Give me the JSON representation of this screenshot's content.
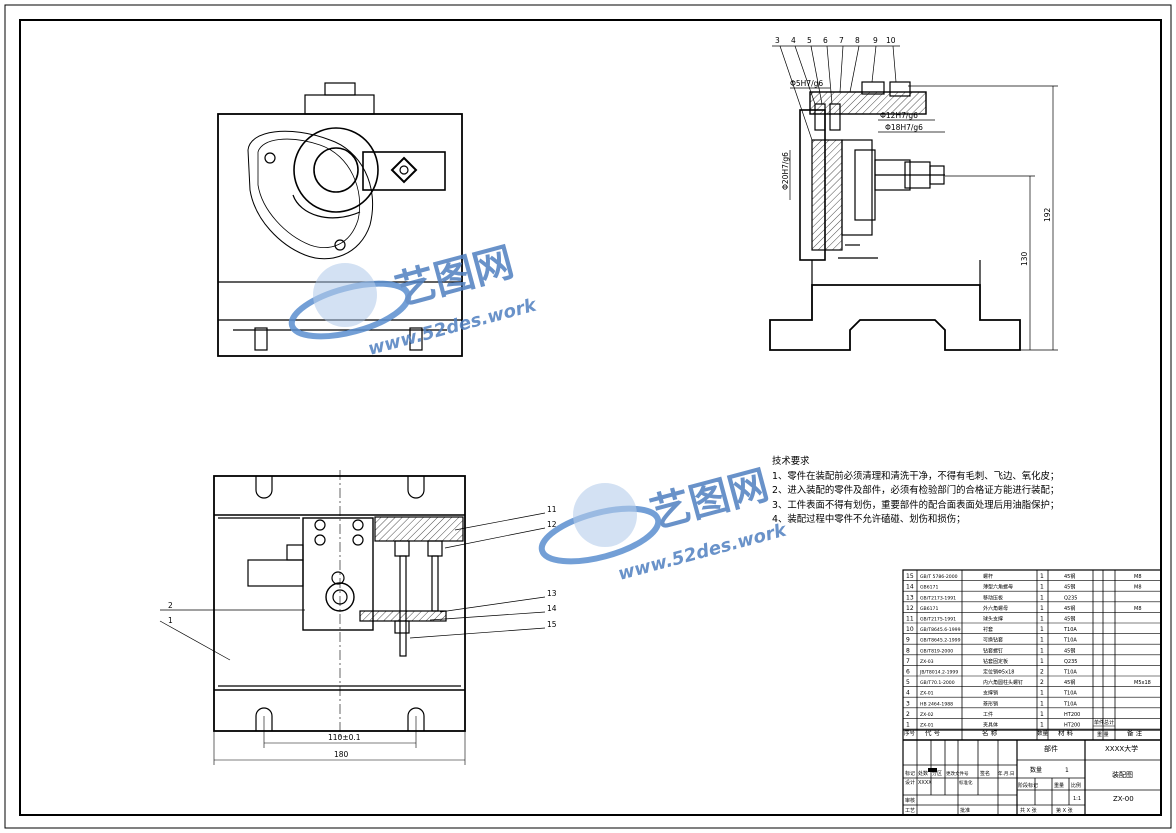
{
  "technical_requirements": {
    "heading": "技术要求",
    "items": [
      "1、零件在装配前必须清理和清洗干净，不得有毛刺、飞边、氧化皮；",
      "2、进入装配的零件及部件，必须有检验部门的合格证方能进行装配；",
      "3、工件表面不得有划伤，重要部件的配合面表面处理后用油脂保护；",
      "4、装配过程中零件不允许磕碰、划伤和损伤；"
    ]
  },
  "front_view": {
    "dimensions": {
      "width_small": "110±0.1",
      "width_total": "180"
    },
    "balloons": [
      "11",
      "12",
      "13",
      "14",
      "15",
      "2",
      "1"
    ]
  },
  "side_view": {
    "balloons": [
      "3",
      "4",
      "5",
      "6",
      "7",
      "8",
      "9",
      "10"
    ],
    "fits": [
      "Φ5H7/g6",
      "Φ12H7/g6",
      "Φ18H7/g6",
      "Φ20H7/g6"
    ],
    "dimensions": [
      "192",
      "130"
    ]
  },
  "bom": {
    "rows": [
      {
        "no": "15",
        "code": "GB/T 5786-2000",
        "name": "螺杆",
        "qty": "1",
        "material": "45钢",
        "note": "M8"
      },
      {
        "no": "14",
        "code": "GB6171",
        "name": "薄型六角螺母",
        "qty": "1",
        "material": "45钢",
        "note": "M8"
      },
      {
        "no": "13",
        "code": "GB/T2173-1991",
        "name": "移动压板",
        "qty": "1",
        "material": "Q235",
        "note": ""
      },
      {
        "no": "12",
        "code": "GB6171",
        "name": "外六角螺母",
        "qty": "1",
        "material": "45钢",
        "note": "M8"
      },
      {
        "no": "11",
        "code": "GB/T2175-1991",
        "name": "球头支撑",
        "qty": "1",
        "material": "45钢",
        "note": ""
      },
      {
        "no": "10",
        "code": "GB/T8645.6-1999",
        "name": "衬套",
        "qty": "1",
        "material": "T10A",
        "note": ""
      },
      {
        "no": "9",
        "code": "GB/T8645.2-1999",
        "name": "可换钻套",
        "qty": "1",
        "material": "T10A",
        "note": ""
      },
      {
        "no": "8",
        "code": "GB/T819-2000",
        "name": "钻套螺钉",
        "qty": "1",
        "material": "45钢",
        "note": ""
      },
      {
        "no": "7",
        "code": "ZX-03",
        "name": "钻套固定板",
        "qty": "1",
        "material": "Q235",
        "note": ""
      },
      {
        "no": "6",
        "code": "JB/T8014.2-1999",
        "name": "定位销Φ5x18",
        "qty": "2",
        "material": "T10A",
        "note": ""
      },
      {
        "no": "5",
        "code": "GB/T70.1-2000",
        "name": "内六角圆柱头螺钉",
        "qty": "2",
        "material": "45钢",
        "note": "M5x18"
      },
      {
        "no": "4",
        "code": "ZX-01",
        "name": "支撑销",
        "qty": "1",
        "material": "T10A",
        "note": ""
      },
      {
        "no": "3",
        "code": "HB 2464-1988",
        "name": "菱形销",
        "qty": "1",
        "material": "T10A",
        "note": ""
      },
      {
        "no": "2",
        "code": "ZX-02",
        "name": "工件",
        "qty": "1",
        "material": "HT200",
        "note": ""
      },
      {
        "no": "1",
        "code": "ZX-01",
        "name": "夹具体",
        "qty": "1",
        "material": "HT200",
        "note": ""
      }
    ],
    "header": {
      "no": "序号",
      "code": "代  号",
      "name": "名  称",
      "qty": "数量",
      "material": "材  料",
      "single": "单件",
      "total": "总计",
      "weight": "重  量",
      "note": "备  注"
    }
  },
  "title_block": {
    "assembly": "部件",
    "school": "XXXX大学",
    "drawing_name": "装配图",
    "qty_label": "数量",
    "qty_value": "1",
    "stage": "阶段标记",
    "weight": "重量",
    "scale_label": "比例",
    "scale_value": "1:1",
    "drawing_no": "ZX-00",
    "sheets": "共 X 张",
    "sheet": "第 X 张",
    "labels": [
      "标记",
      "处数",
      "分区",
      "更改文件号",
      "签名",
      "年.月.日",
      "设计",
      "XXXX",
      "标准化",
      "审核",
      "工艺",
      "批准"
    ]
  },
  "watermark": {
    "brand": "艺图网",
    "url": "www.52des.work"
  }
}
